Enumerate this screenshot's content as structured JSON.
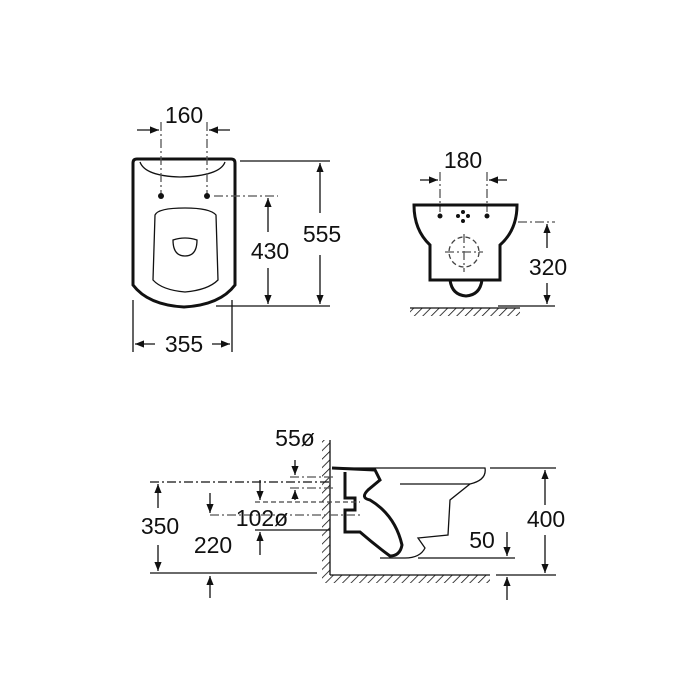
{
  "top_view": {
    "width_holes": "160",
    "overall_length": "555",
    "hole_to_front": "430",
    "width": "355"
  },
  "front_view": {
    "width_holes": "180",
    "height": "320"
  },
  "side_view": {
    "inlet_diameter": "55ø",
    "outlet_diameter": "102ø",
    "inlet_height": "350",
    "outlet_height": "220",
    "rim_height": "400",
    "bottom_clearance": "50"
  }
}
